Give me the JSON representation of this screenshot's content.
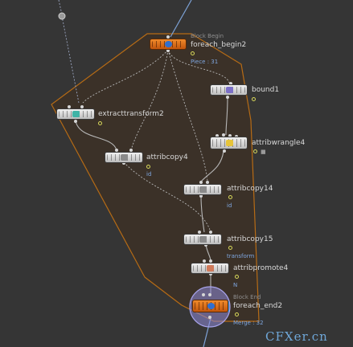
{
  "colors": {
    "background": "#353535",
    "block_fill": "#3b3128",
    "block_outline": "#b66b15",
    "wire": "#b7b7b7",
    "node_label": "#d9d9d9",
    "attribute_hint": "#7fa7e0",
    "display_flag": "#d8d85a",
    "selected_wire": "#7da2d6"
  },
  "nodes": {
    "foreach_begin2": {
      "name": "foreach_begin2",
      "caption": "Block Begin",
      "info": "Piece : 31",
      "icon": "foreach-begin-icon"
    },
    "bound1": {
      "name": "bound1",
      "icon": "bound-icon"
    },
    "extracttransform2": {
      "name": "extracttransform2",
      "icon": "extract-transform-icon"
    },
    "attribwrangle4": {
      "name": "attribwrangle4",
      "icon": "wrangle-icon"
    },
    "attribcopy4": {
      "name": "attribcopy4",
      "info": "id",
      "icon": "attrib-copy-icon"
    },
    "attribcopy14": {
      "name": "attribcopy14",
      "info": "id",
      "icon": "attrib-copy-icon"
    },
    "attribcopy15": {
      "name": "attribcopy15",
      "info": "transform",
      "icon": "attrib-copy-icon"
    },
    "attribpromote4": {
      "name": "attribpromote4",
      "info": "N",
      "icon": "attrib-promote-icon"
    },
    "foreach_end2": {
      "name": "foreach_end2",
      "caption": "Block End",
      "info": "Merge : 32",
      "icon": "foreach-end-icon"
    }
  },
  "watermark": "CFXer.cn"
}
